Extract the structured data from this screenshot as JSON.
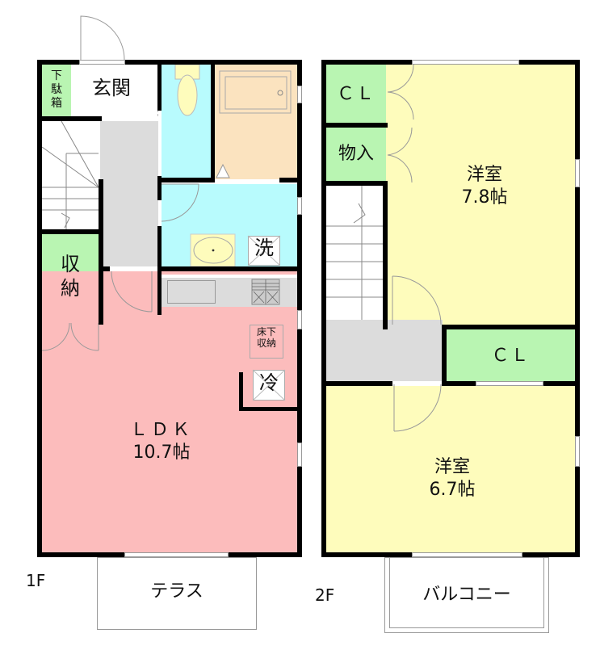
{
  "floor1": {
    "label": "1F",
    "rooms": {
      "shoe_box": {
        "label": "下\n駄\n箱",
        "color": "#b9f5b2"
      },
      "entrance": {
        "label": "玄関",
        "color": "#ffffff"
      },
      "toilet": {
        "color": "#b8fbfd"
      },
      "bath": {
        "color": "#fbe3bf"
      },
      "washroom": {
        "color": "#b8fbfd",
        "washer_label": "洗"
      },
      "storage": {
        "label": "収\n納",
        "color": "#b9f5b2"
      },
      "hall": {
        "color": "#dcdcdc"
      },
      "kitchen": {
        "color": "#dcdcdc"
      },
      "underfloor": {
        "label": "床下\n収納"
      },
      "fridge": {
        "label": "冷"
      },
      "ldk": {
        "label": "ＬＤＫ",
        "size": "10.7帖",
        "color": "#fcbcbc"
      }
    },
    "terrace": {
      "label": "テラス"
    }
  },
  "floor2": {
    "label": "2F",
    "rooms": {
      "closet_top": {
        "label": "ＣＬ",
        "color": "#b9f5b2"
      },
      "storage": {
        "label": "物入",
        "color": "#b9f5b2"
      },
      "bedroom1": {
        "label": "洋室",
        "size": "7.8帖",
        "color": "#fefcbc"
      },
      "hall": {
        "color": "#dcdcdc"
      },
      "closet_mid": {
        "label": "ＣＬ",
        "color": "#b9f5b2"
      },
      "bedroom2": {
        "label": "洋室",
        "size": "6.7帖",
        "color": "#fefcbc"
      }
    },
    "balcony": {
      "label": "バルコニー"
    }
  }
}
